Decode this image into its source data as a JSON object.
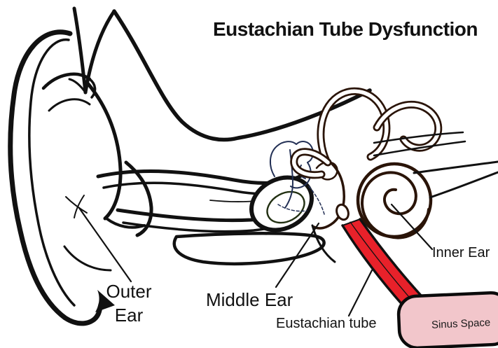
{
  "title": "Eustachian Tube Dysfunction",
  "labels": {
    "outer_ear": {
      "line1": "Outer",
      "line2": "Ear"
    },
    "middle_ear": "Middle Ear",
    "inner_ear": "Inner Ear",
    "eustachian_tube": "Eustachian tube",
    "sinus_space": "Sinus Space"
  },
  "colors": {
    "ink": "#111111",
    "inner": "#2a1408",
    "ossicle": "#233055",
    "eardrum": "#223012",
    "tube": "#e8212a",
    "sinus": "#f2c6cb",
    "bg": "#ffffff",
    "label": "#111111"
  }
}
